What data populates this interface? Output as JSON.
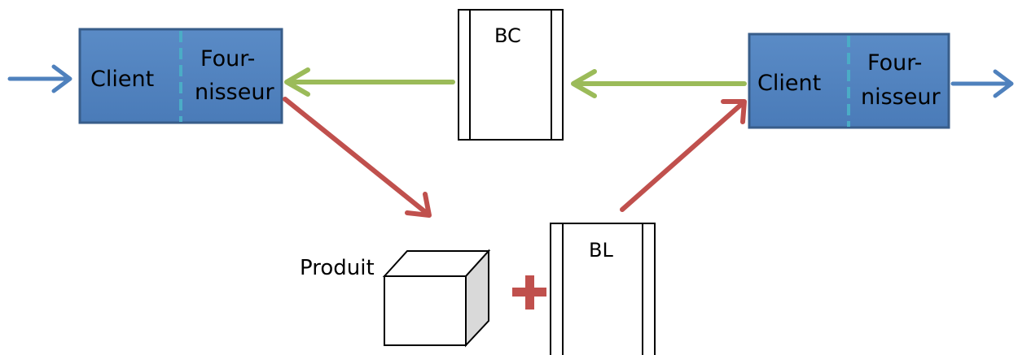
{
  "colors": {
    "box_fill": "#4f81bd",
    "box_border": "#385d8a",
    "box_divider": "#4bacc6",
    "flow_arrow": "#4f81bd",
    "order_arrow": "#9bbb59",
    "delivery_arrow": "#c0504d",
    "plus": "#c0504d",
    "document_stroke": "#000000",
    "cube_side": "#d9d9d9"
  },
  "left_actor": {
    "client_label": "Client",
    "supplier_label_line1": "Four-",
    "supplier_label_line2": "nisseur"
  },
  "right_actor": {
    "client_label": "Client",
    "supplier_label_line1": "Four-",
    "supplier_label_line2": "nisseur"
  },
  "order_document": {
    "label": "BC"
  },
  "delivery_document": {
    "label": "BL"
  },
  "product": {
    "label": "Produit"
  },
  "plus_sign": {
    "icon": "plus-icon"
  }
}
